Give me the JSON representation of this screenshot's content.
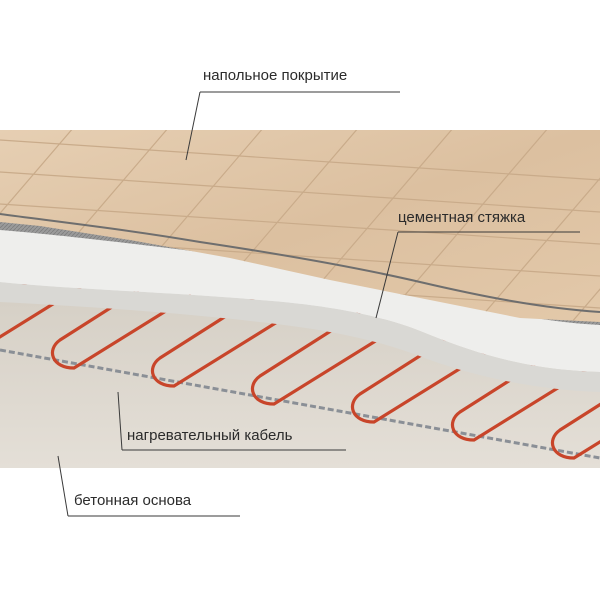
{
  "labels": {
    "floor_covering": "напольное покрытие",
    "cement_screed": "цементная стяжка",
    "heating_cable": "нагревательный кабель",
    "concrete_base": "бетонная основа"
  },
  "colors": {
    "tile": "#e0c6a8",
    "tile_joint": "#c9ab8a",
    "screed_top": "#8f8f8f",
    "screed_side": "#eeeeec",
    "concrete": "#dcd6cc",
    "cable": "#c8452a",
    "mesh": "#8a8f96"
  }
}
